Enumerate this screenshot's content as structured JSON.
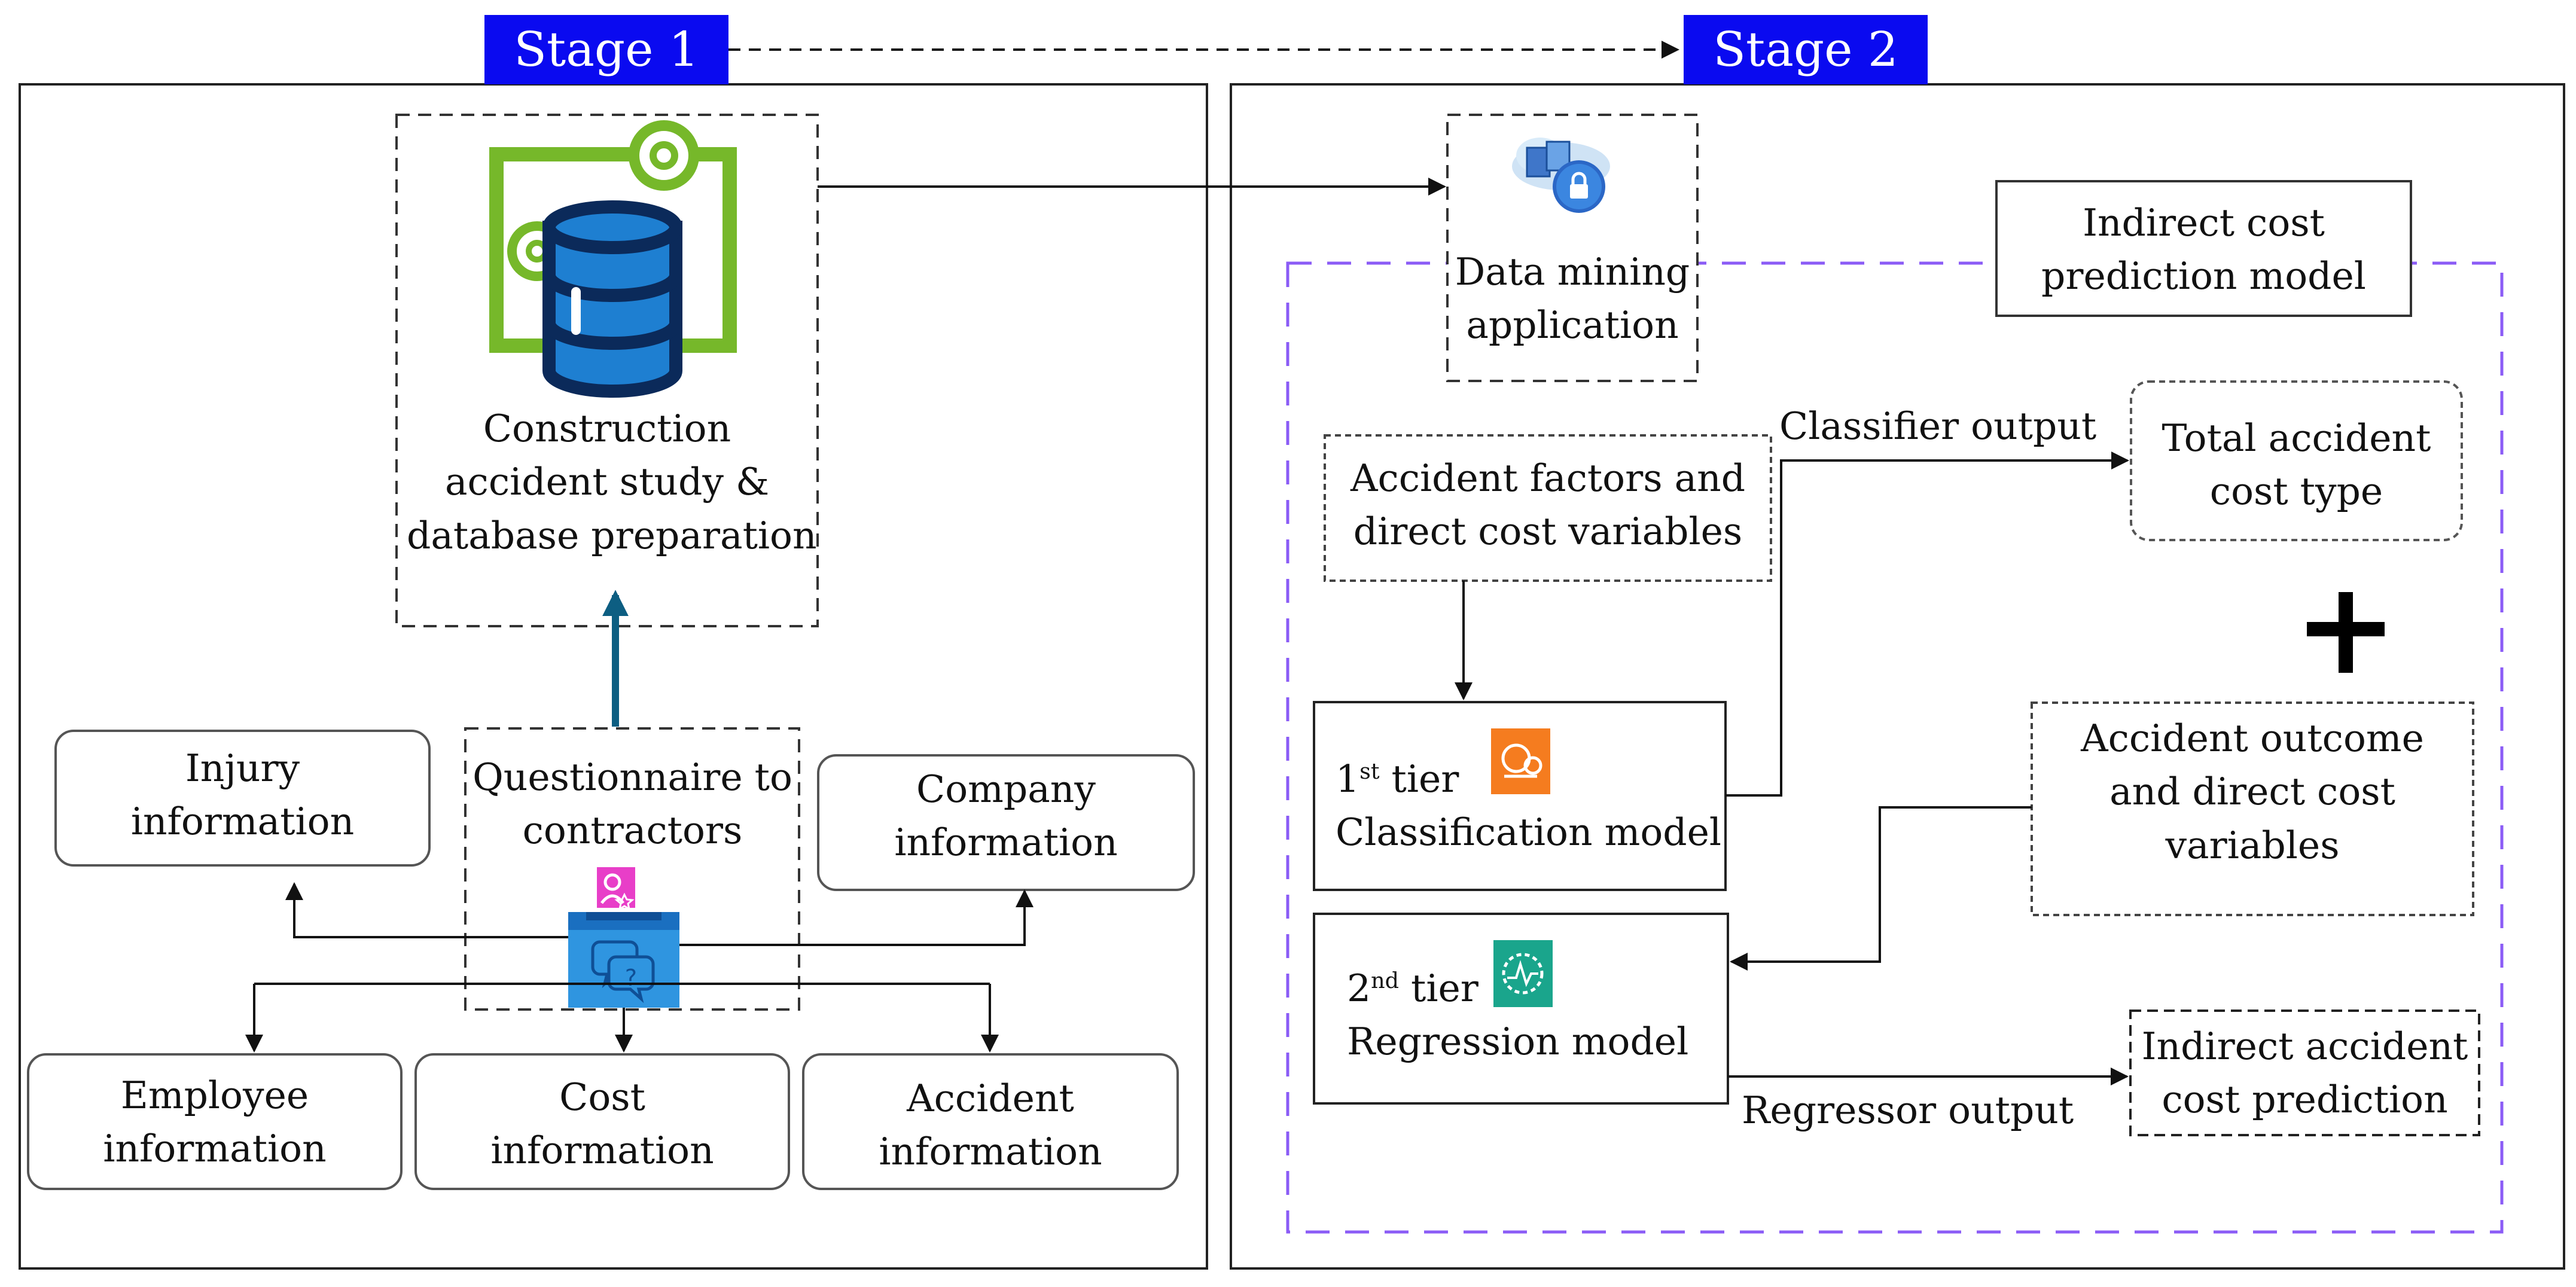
{
  "stages": {
    "stage1": "Stage 1",
    "stage2": "Stage 2"
  },
  "stage1": {
    "database": {
      "line1": "Construction",
      "line2": "accident study &",
      "line3": "database preparation"
    },
    "questionnaire": {
      "line1": "Questionnaire to",
      "line2": "contractors"
    },
    "injury": {
      "line1": "Injury",
      "line2": "information"
    },
    "company": {
      "line1": "Company",
      "line2": "information"
    },
    "employee": {
      "line1": "Employee",
      "line2": "information"
    },
    "cost": {
      "line1": "Cost",
      "line2": "information"
    },
    "accident": {
      "line1": "Accident",
      "line2": "information"
    }
  },
  "stage2": {
    "data_mining": {
      "line1": "Data mining",
      "line2": "application"
    },
    "indirect_model": {
      "line1": "Indirect cost",
      "line2": "prediction model"
    },
    "factors": {
      "line1": "Accident factors and",
      "line2": "direct cost variables"
    },
    "classifier_output": "Classifier output",
    "total_cost": {
      "line1": "Total accident",
      "line2": "cost type"
    },
    "plus": "+",
    "tier1": {
      "number": "1",
      "suffix": "st",
      "word": " tier",
      "model": "Classification model"
    },
    "outcome": {
      "line1": "Accident outcome",
      "line2": "and direct cost",
      "line3": "variables"
    },
    "tier2": {
      "number": "2",
      "suffix": "nd",
      "word": " tier",
      "model": "Regression model"
    },
    "prediction": {
      "line1": "Indirect accident",
      "line2": "cost prediction"
    },
    "regressor_output": "Regressor output"
  },
  "colors": {
    "stage_banner": "#0a0af0",
    "green_frame": "#76b82a",
    "database_blue": "#1e7fd1",
    "database_navy": "#0b2a5a",
    "arrow_teal": "#0d5e82",
    "purple_dash": "#8b5cf6",
    "orange_icon": "#f57c1f",
    "teal_icon": "#1aa58c",
    "pink_icon": "#e83ec8",
    "ballot_blue": "#2f95e0"
  }
}
